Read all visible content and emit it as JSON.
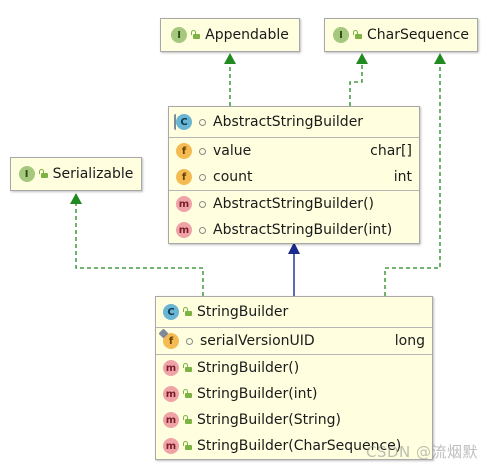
{
  "interfaces": {
    "appendable": {
      "stereotype": "I",
      "name": "Appendable"
    },
    "char_sequence": {
      "stereotype": "I",
      "name": "CharSequence"
    },
    "serializable": {
      "stereotype": "I",
      "name": "Serializable"
    }
  },
  "abstract_string_builder": {
    "stereotype": "C",
    "name": "AbstractStringBuilder",
    "fields": [
      {
        "kind": "f",
        "name": "value",
        "type": "char[]"
      },
      {
        "kind": "f",
        "name": "count",
        "type": "int"
      }
    ],
    "methods": [
      {
        "kind": "m",
        "name": "AbstractStringBuilder()"
      },
      {
        "kind": "m",
        "name": "AbstractStringBuilder(int)"
      }
    ]
  },
  "string_builder": {
    "stereotype": "C",
    "name": "StringBuilder",
    "fields": [
      {
        "kind": "f",
        "name": "serialVersionUID",
        "type": "long"
      }
    ],
    "methods": [
      {
        "kind": "m",
        "name": "StringBuilder()"
      },
      {
        "kind": "m",
        "name": "StringBuilder(int)"
      },
      {
        "kind": "m",
        "name": "StringBuilder(String)"
      },
      {
        "kind": "m",
        "name": "StringBuilder(CharSequence)"
      }
    ]
  },
  "edges": [
    {
      "from": "AbstractStringBuilder",
      "to": "Appendable",
      "kind": "implements"
    },
    {
      "from": "AbstractStringBuilder",
      "to": "CharSequence",
      "kind": "implements"
    },
    {
      "from": "StringBuilder",
      "to": "AbstractStringBuilder",
      "kind": "extends"
    },
    {
      "from": "StringBuilder",
      "to": "Serializable",
      "kind": "implements"
    },
    {
      "from": "StringBuilder",
      "to": "CharSequence",
      "kind": "implements"
    }
  ],
  "colors": {
    "implements": "#1f8a1f",
    "extends": "#1c2a8c",
    "box_fill": "#ffffe0"
  },
  "watermark": "CSDN @流烟默"
}
